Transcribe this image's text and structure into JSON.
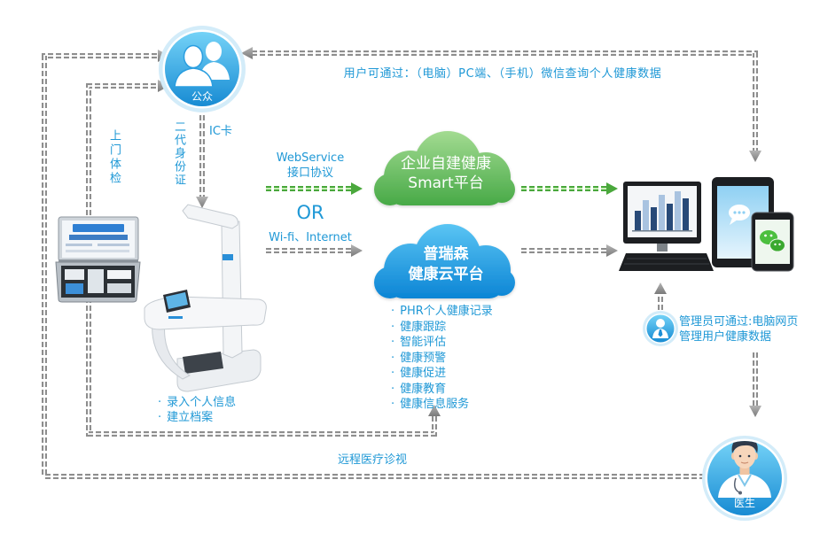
{
  "nodes": {
    "public": {
      "label": "公众"
    },
    "doctor": {
      "label": "医生"
    }
  },
  "labels": {
    "top_query": "用户可通过：（电脑）PC端、（手机）微信查询个人健康数据",
    "home_exam": "上门体检",
    "id_card": "二代身份证",
    "ic_card": "IC卡",
    "remote_care": "远程医疗诊视"
  },
  "connection": {
    "webservice": "WebService",
    "protocol": "接口协议",
    "or": "OR",
    "network": "Wi-fi、Internet"
  },
  "platforms": {
    "smart": {
      "line1": "企业自建健康",
      "line2": "Smart平台"
    },
    "cloud": {
      "line1": "普瑞森",
      "line2": "健康云平台"
    }
  },
  "cloud_services": [
    "PHR个人健康记录",
    "健康跟踪",
    "智能评估",
    "健康预警",
    "健康促进",
    "健康教育",
    "健康信息服务"
  ],
  "kiosk_steps": [
    "录入个人信息",
    "建立档案"
  ],
  "admin_note": {
    "line1": "管理员可通过:电脑网页",
    "line2": "管理用户健康数据"
  },
  "icons": {
    "public": "two-people-icon",
    "admin": "admin-icon",
    "doctor": "doctor-icon",
    "kit": "health-kit-icon",
    "kiosk": "health-kiosk-icon",
    "monitor": "monitor-icon",
    "keyboard": "keyboard-icon",
    "tablet": "tablet-icon",
    "phone": "phone-icon",
    "wechat": "wechat-icon",
    "chat": "chat-bubble-icon"
  },
  "colors": {
    "text": "#1f98d6",
    "arrow_gray": "#8e8e8e",
    "arrow_green": "#4aa83c",
    "cloud_green": "#5cb85c",
    "cloud_blue": "#1a92dc",
    "node_blue": "#2b9fe0"
  }
}
